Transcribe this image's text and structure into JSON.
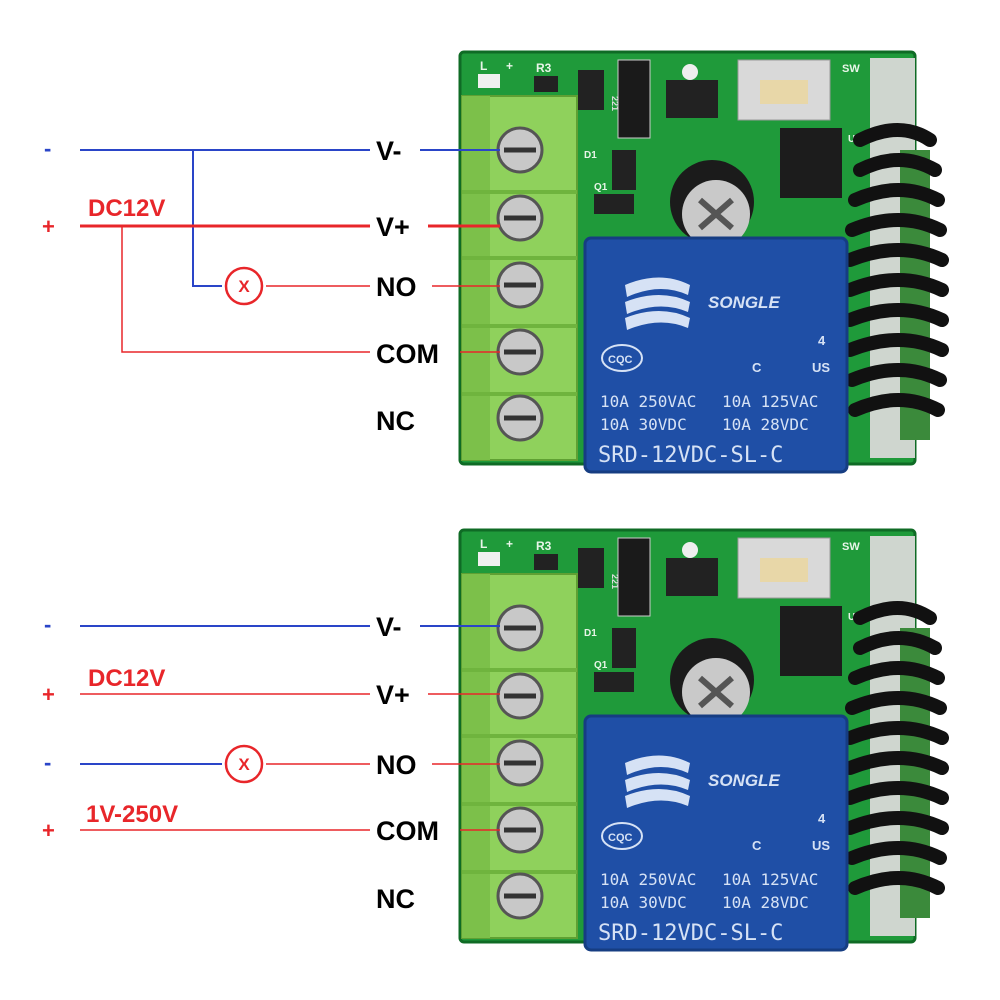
{
  "colors": {
    "negative": "#2a45c8",
    "positive": "#e8262a",
    "pcb": "#1f9a3a",
    "terminal": "#8fd15c",
    "relay": "#1f4fa6",
    "relay_text": "#d6e2f5"
  },
  "top": {
    "sign_minus": "-",
    "sign_plus": "+",
    "supply_label": "DC12V",
    "pins": [
      "V-",
      "V+",
      "NO",
      "COM",
      "NC"
    ],
    "load_symbol": "X"
  },
  "bottom": {
    "sign_minus_1": "-",
    "sign_plus_1": "+",
    "sign_minus_2": "-",
    "sign_plus_2": "+",
    "supply_label": "DC12V",
    "load_supply_label": "1V-250V",
    "pins": [
      "V-",
      "V+",
      "NO",
      "COM",
      "NC"
    ],
    "load_symbol": "X"
  },
  "board": {
    "silk_l": "L",
    "silk_plus": "+",
    "silk_r3": "R3",
    "silk_sw": "SW",
    "silk_d1": "D1",
    "silk_q1": "Q1",
    "silk_u2": "U2",
    "silk_221": "221"
  },
  "relay": {
    "brand": "SONGLE",
    "cert_cqc": "CQC",
    "ul_c": "C",
    "ul_us": "US",
    "ul_num": "4",
    "rating_1_left": "10A 250VAC",
    "rating_1_right": "10A 125VAC",
    "rating_2_left": "10A  30VDC",
    "rating_2_right": "10A  28VDC",
    "model": "SRD-12VDC-SL-C"
  }
}
